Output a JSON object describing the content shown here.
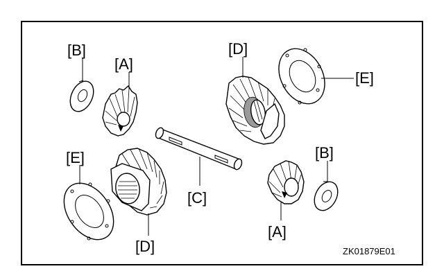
{
  "labels": {
    "b_top": "[B]",
    "a_top": "[A]",
    "d_top": "[D]",
    "e_top": "[E]",
    "e_left": "[E]",
    "b_right": "[B]",
    "c": "[C]",
    "a_bottom": "[A]",
    "d_bottom": "[D]"
  },
  "figure_code": "ZK01879E01",
  "colors": {
    "line": "#000000",
    "shade": "#9a9a9a",
    "background": "#ffffff"
  }
}
